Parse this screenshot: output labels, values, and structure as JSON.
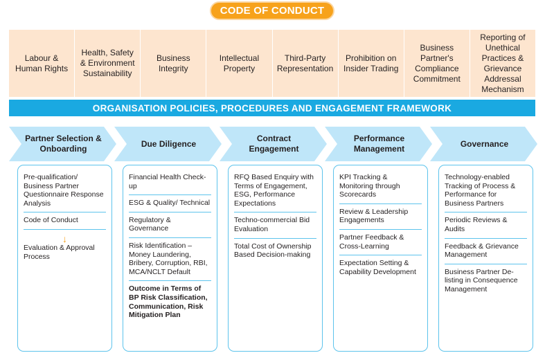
{
  "title": "CODE OF CONDUCT",
  "codes": [
    "Labour & Human Rights",
    "Health, Safety & Environment Sustainability",
    "Business Integrity",
    "Intellectual Property",
    "Third-Party Representation",
    "Prohibition on Insider Trading",
    "Business Partner's Compliance Commitment",
    "Reporting of Unethical Practices & Grievance Addressal Mechanism"
  ],
  "banner": "ORGANISATION POLICIES, PROCEDURES AND ENGAGEMENT FRAMEWORK",
  "stages": [
    {
      "label": "Partner Selection & Onboarding",
      "items": [
        "Pre-qualification/ Business Partner Questionnaire Response Analysis",
        "Code of Conduct",
        "Evaluation & Approval Process"
      ]
    },
    {
      "label": "Due Diligence",
      "items": [
        "Financial Health Check-up",
        "ESG & Quality/ Technical",
        "Regulatory & Governance",
        "Risk Identification – Money Laundering, Bribery, Corruption, RBI, MCA/NCLT Default",
        "Outcome in Terms of BP Risk Classification, Communication, Risk Mitigation Plan"
      ]
    },
    {
      "label": "Contract Engagement",
      "items": [
        "RFQ Based Enquiry with Terms of Engagement, ESG, Performance Expectations",
        "Techno-commercial Bid Evaluation",
        "Total Cost of Ownership Based Decision-making"
      ]
    },
    {
      "label": "Performance Management",
      "items": [
        "KPI Tracking & Monitoring through Scorecards",
        "Review & Leadership Engagements",
        "Partner Feedback & Cross-Learning",
        "Expectation Setting & Capability Development"
      ]
    },
    {
      "label": "Governance",
      "items": [
        "Technology-enabled Tracking of Process & Performance for Business Partners",
        "Periodic Reviews & Audits",
        "Feedback & Grievance Management",
        "Business Partner De-listing in Consequence Management"
      ]
    }
  ],
  "colors": {
    "orange": "#f7a21b",
    "peach": "#fde5cf",
    "blue": "#1aa9e1",
    "light_blue": "#bfe6f9",
    "border_blue": "#5cc3ec"
  },
  "icons": {
    "flow_arrow": "down-arrow-icon"
  }
}
